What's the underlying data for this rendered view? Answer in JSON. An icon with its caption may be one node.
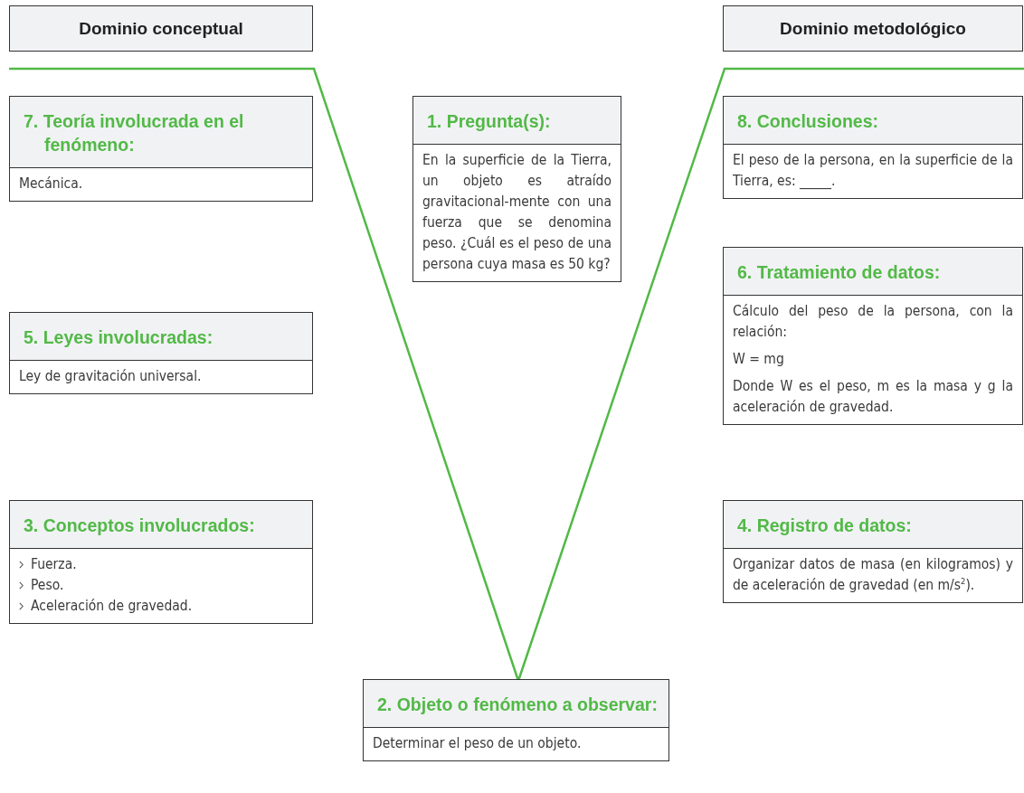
{
  "diagram": {
    "nodes": [
      {
        "text": [
          "Dominio conceptual"
        ]
      },
      {
        "text": [
          "Dominio metodológico"
        ]
      },
      {
        "text": [
          "7. Teoría involucrada en el fenómeno:",
          "Mecánica."
        ]
      },
      {
        "text": [
          "1. Pregunta(s):",
          "En la superficie de la Tierra, un objeto es atraído gravitacional-mente con una fuerza que se denomina peso. ¿Cuál es el peso de una persona cuya masa es 50 kg?"
        ]
      },
      {
        "text": [
          "8. Conclusiones:",
          "El peso de la persona, en la superficie de la Tierra, es: _____."
        ]
      },
      {
        "text": [
          "6. Tratamiento de datos:",
          "Cálculo del peso de la persona, con la relación:",
          "W = mg",
          "Donde W es el peso, m es la masa y g la aceleración de gravedad."
        ]
      },
      {
        "text": [
          "5. Leyes involucradas:",
          "Ley de gravitación universal."
        ]
      },
      {
        "text": [
          "3. Conceptos involucrados:",
          "Fuerza.",
          "Peso.",
          "Aceleración de gravedad."
        ]
      },
      {
        "text": [
          "4. Registro de datos:",
          "Organizar datos de masa (en kilogramos) y de aceleración de gravedad (en m/s$^{2}$)."
        ]
      },
      {
        "text": [
          "2. Objeto o fenómeno a observar:",
          "Determinar el peso de un objeto."
        ]
      }
    ]
  }
}
